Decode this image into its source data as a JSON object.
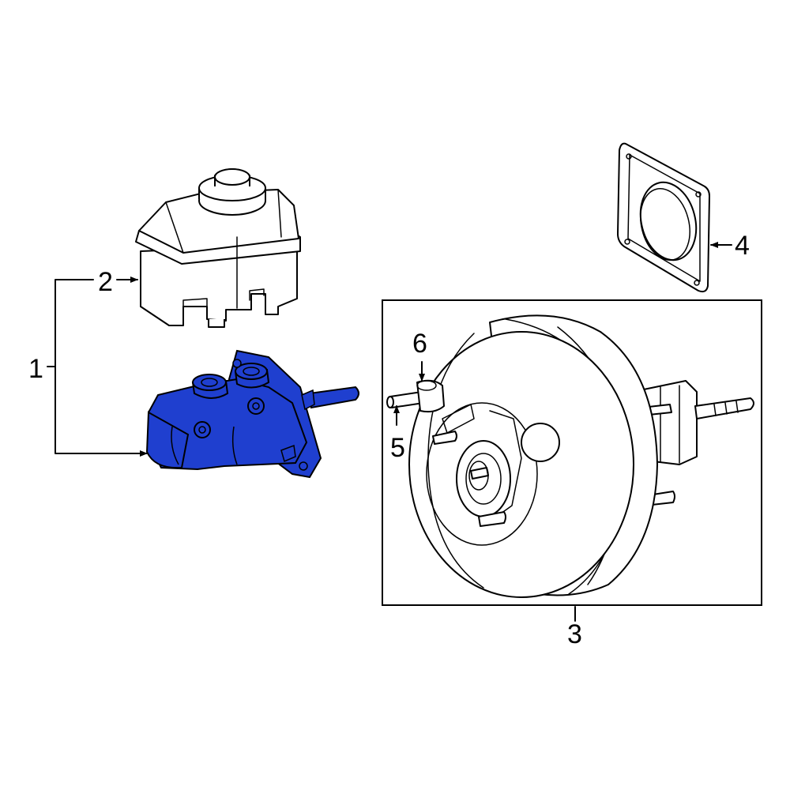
{
  "callouts": {
    "c1": "1",
    "c2": "2",
    "c3": "3",
    "c4": "4",
    "c5": "5",
    "c6": "6"
  },
  "colors": {
    "highlight": "#1f3fcf",
    "line": "#000000",
    "background": "#ffffff"
  }
}
